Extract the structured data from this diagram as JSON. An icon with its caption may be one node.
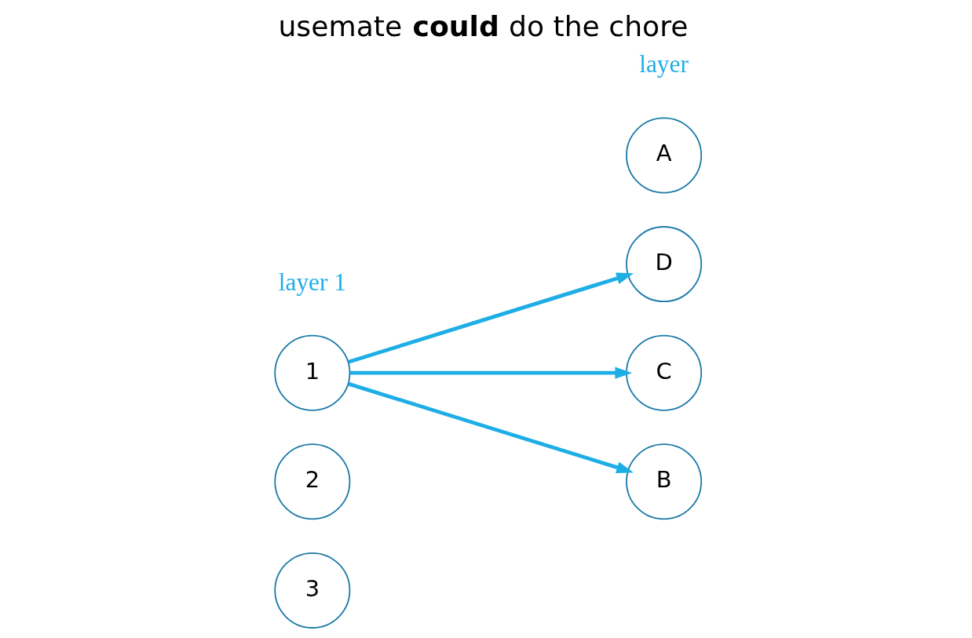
{
  "diagram": {
    "title": "usemate **could** do the chore",
    "nodes": [
      {
        "text": [
          "1"
        ]
      },
      {
        "text": [
          "2"
        ]
      },
      {
        "text": [
          "3"
        ]
      },
      {
        "text": [
          "A"
        ]
      },
      {
        "text": [
          "B"
        ]
      },
      {
        "text": [
          "C"
        ]
      },
      {
        "text": [
          "D"
        ]
      }
    ],
    "edges": [
      {
        "from": 0,
        "to": 4,
        "arrow": "to"
      },
      {
        "from": 0,
        "to": 5,
        "arrow": "to"
      },
      {
        "from": 0,
        "to": 6,
        "arrow": "to"
      }
    ],
    "labels": [
      "layer 1",
      "layer"
    ]
  }
}
